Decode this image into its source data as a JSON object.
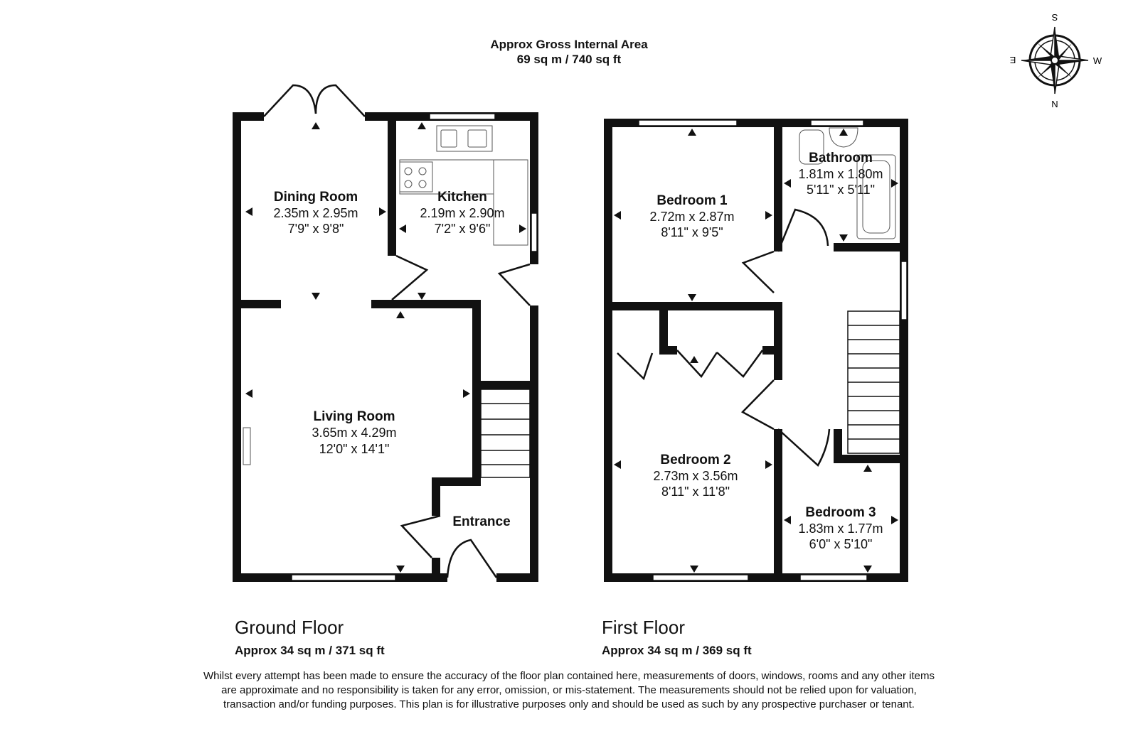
{
  "header": {
    "title": "Approx Gross Internal Area",
    "area": "69 sq m / 740 sq ft"
  },
  "compass": {
    "n": "N",
    "s": "S",
    "e": "E",
    "w": "W"
  },
  "ground_floor": {
    "name": "Ground Floor",
    "area": "Approx 34 sq m / 371 sq ft",
    "rooms": [
      {
        "name": "Dining Room",
        "metric": "2.35m x 2.95m",
        "imperial": "7'9\" x 9'8\""
      },
      {
        "name": "Kitchen",
        "metric": "2.19m x 2.90m",
        "imperial": "7'2\" x 9'6\""
      },
      {
        "name": "Living Room",
        "metric": "3.65m x 4.29m",
        "imperial": "12'0\" x 14'1\""
      },
      {
        "name": "Entrance",
        "metric": "",
        "imperial": ""
      }
    ]
  },
  "first_floor": {
    "name": "First Floor",
    "area": "Approx 34 sq m / 369 sq ft",
    "rooms": [
      {
        "name": "Bedroom 1",
        "metric": "2.72m x 2.87m",
        "imperial": "8'11\" x 9'5\""
      },
      {
        "name": "Bathroom",
        "metric": "1.81m x 1.80m",
        "imperial": "5'11\" x 5'11\""
      },
      {
        "name": "Bedroom 2",
        "metric": "2.73m x 3.56m",
        "imperial": "8'11\" x 11'8\""
      },
      {
        "name": "Bedroom 3",
        "metric": "1.83m x 1.77m",
        "imperial": "6'0\" x 5'10\""
      }
    ]
  },
  "disclaimer": "Whilst every attempt has been made to ensure the accuracy of the floor plan contained here, measurements of doors, windows, rooms and any other items are approximate and no responsibility is taken for any error, omission, or mis-statement. The measurements should not be relied upon for valuation, transaction and/or funding purposes. This plan is for illustrative purposes only and should be used as such by any prospective purchaser or tenant.",
  "colors": {
    "wall": "#111111",
    "window": "#ffffff",
    "text": "#111111"
  }
}
